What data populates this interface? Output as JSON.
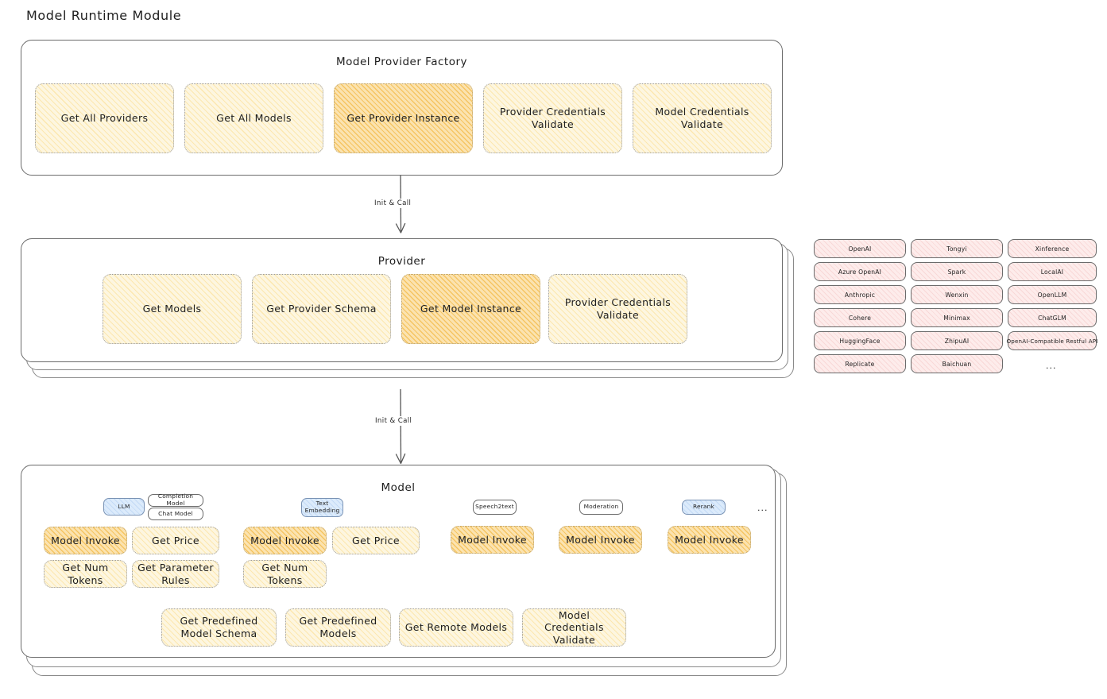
{
  "page": {
    "title": "Model Runtime Module"
  },
  "factory": {
    "title": "Model Provider Factory",
    "methods": [
      {
        "label": "Get All Providers",
        "highlight": false
      },
      {
        "label": "Get All Models",
        "highlight": false
      },
      {
        "label": "Get Provider Instance",
        "highlight": true
      },
      {
        "label": "Provider Credentials Validate",
        "highlight": false
      },
      {
        "label": "Model Credentials Validate",
        "highlight": false
      }
    ]
  },
  "arrows": [
    {
      "label": "Init & Call"
    },
    {
      "label": "Init & Call"
    }
  ],
  "provider": {
    "title": "Provider",
    "methods": [
      {
        "label": "Get Models",
        "highlight": false
      },
      {
        "label": "Get Provider Schema",
        "highlight": false
      },
      {
        "label": "Get Model Instance",
        "highlight": true
      },
      {
        "label": "Provider Credentials Validate",
        "highlight": false
      }
    ]
  },
  "provider_list": {
    "columns": [
      [
        "OpenAI",
        "Azure OpenAI",
        "Anthropic",
        "Cohere",
        "HuggingFace",
        "Replicate"
      ],
      [
        "Tongyi",
        "Spark",
        "Wenxin",
        "Minimax",
        "ZhipuAI",
        "Baichuan"
      ],
      [
        "Xinference",
        "LocalAI",
        "OpenLLM",
        "ChatGLM",
        "OpenAI-Compatible Restful API"
      ]
    ],
    "more": "..."
  },
  "model": {
    "title": "Model",
    "more": "...",
    "groups": [
      {
        "badge": "LLM",
        "badge_style": "blue",
        "sub_badges": [
          "Completion Model",
          "Chat Model"
        ],
        "methods": [
          {
            "label": "Model Invoke",
            "highlight": true
          },
          {
            "label": "Get Price",
            "highlight": false
          },
          {
            "label": "Get Num Tokens",
            "highlight": false
          },
          {
            "label": "Get Parameter Rules",
            "highlight": false
          }
        ]
      },
      {
        "badge": "Text Embedding",
        "badge_style": "blue",
        "sub_badges": [],
        "methods": [
          {
            "label": "Model Invoke",
            "highlight": true
          },
          {
            "label": "Get Price",
            "highlight": false
          },
          {
            "label": "Get Num Tokens",
            "highlight": false
          }
        ]
      },
      {
        "badge": "Speech2text",
        "badge_style": "plain",
        "sub_badges": [],
        "methods": [
          {
            "label": "Model Invoke",
            "highlight": true
          }
        ]
      },
      {
        "badge": "Moderation",
        "badge_style": "plain",
        "sub_badges": [],
        "methods": [
          {
            "label": "Model Invoke",
            "highlight": true
          }
        ]
      },
      {
        "badge": "Rerank",
        "badge_style": "blue",
        "sub_badges": [],
        "methods": [
          {
            "label": "Model Invoke",
            "highlight": true
          }
        ]
      }
    ],
    "shared_methods": [
      {
        "label": "Get Predefined Model Schema"
      },
      {
        "label": "Get Predefined Models"
      },
      {
        "label": "Get Remote Models"
      },
      {
        "label": "Model Credentials Validate"
      }
    ]
  },
  "colors": {
    "chip_fill": "#fdf6e0",
    "chip_fill_strong": "#fbe3b0",
    "pill_fill": "#fdeceb",
    "badge_blue": "#dcebfb",
    "stroke": "#6b6b6b"
  }
}
